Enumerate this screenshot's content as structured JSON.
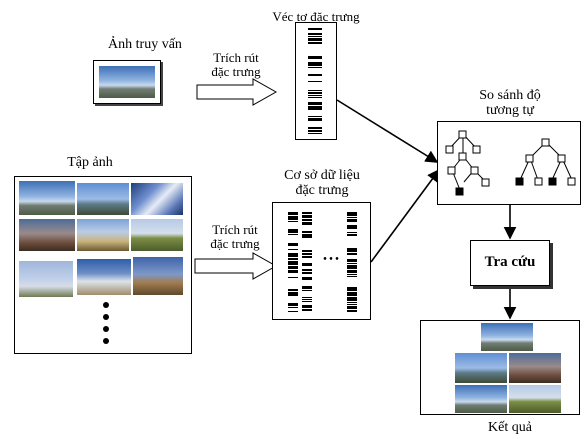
{
  "labels": {
    "query_image": "Ảnh truy vấn",
    "feature_vector": "Véc tơ đặc trưng",
    "extract_1_line1": "Trích rút",
    "extract_1_line2": "đặc trưng",
    "image_set": "Tập ảnh",
    "feature_db_line1": "Cơ sở dữ liệu",
    "feature_db_line2": "đặc trưng",
    "extract_2_line1": "Trích rút",
    "extract_2_line2": "đặc trưng",
    "compare_line1": "So sánh độ",
    "compare_line2": "tương tự",
    "lookup": "Tra cứu",
    "result": "Kết quả",
    "ellipsis": "• • •"
  }
}
